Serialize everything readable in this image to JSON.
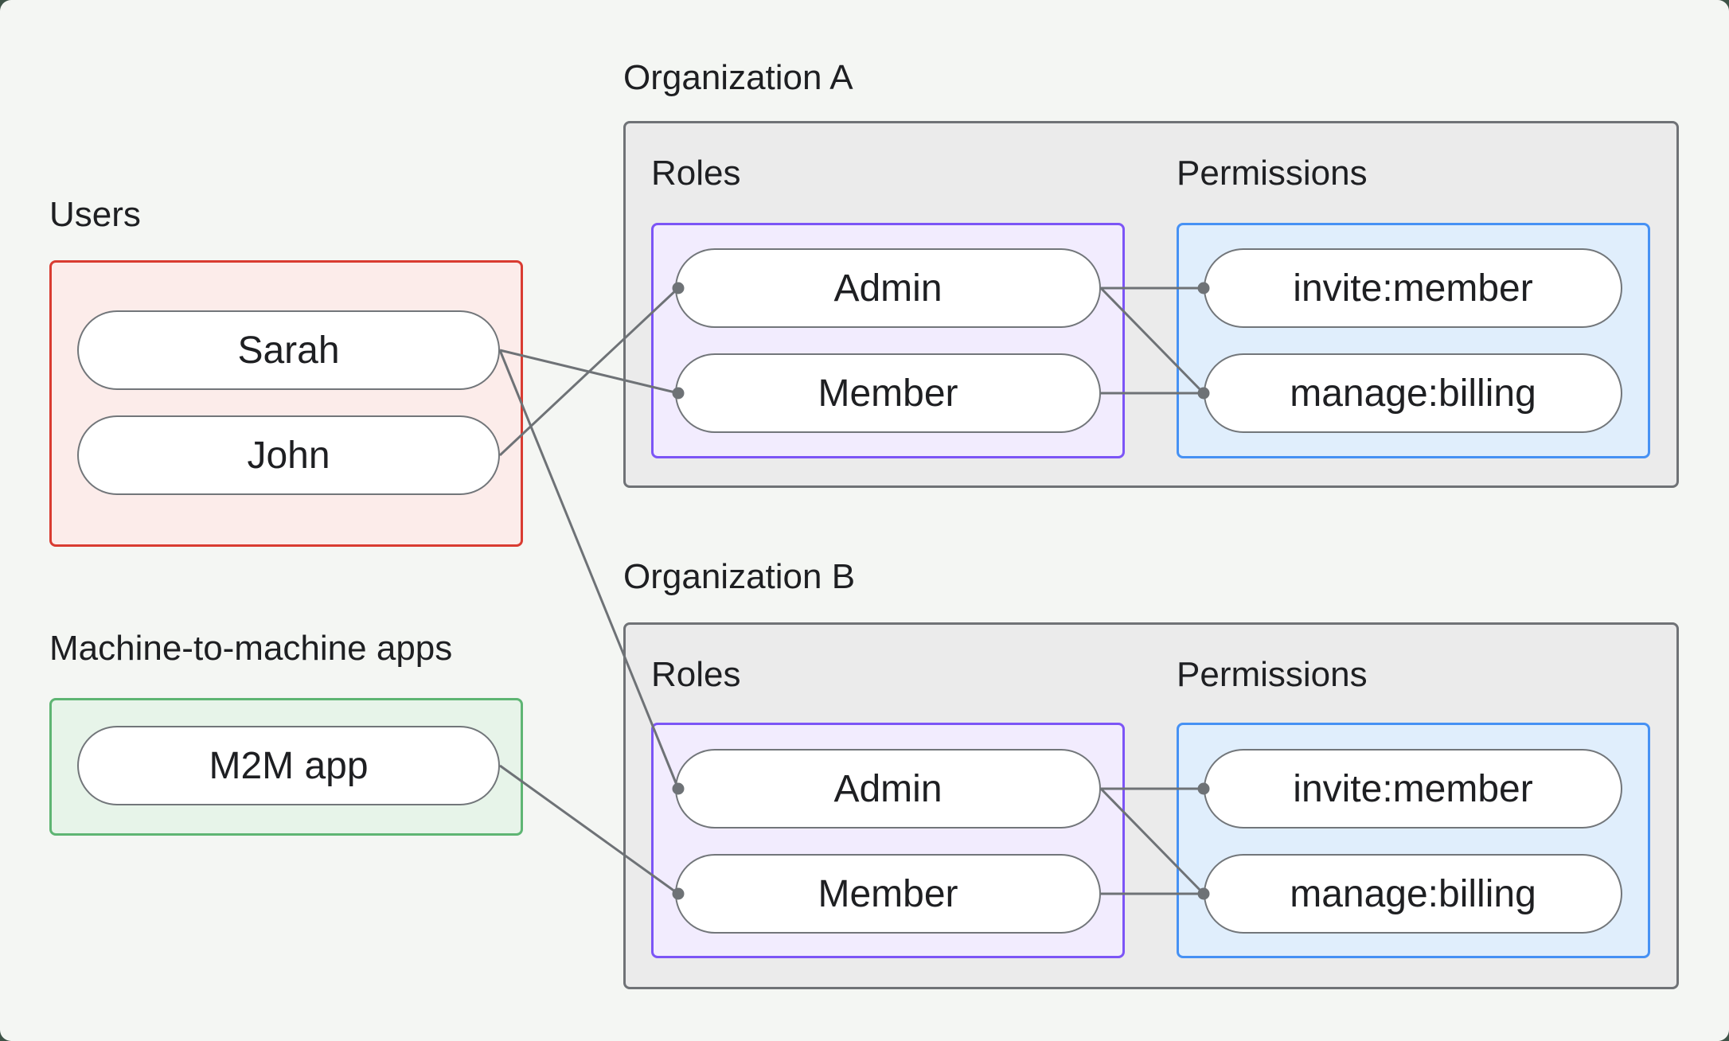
{
  "page": {
    "background_color": "#f4f6f3",
    "backdrop_color": "#3e5347"
  },
  "left_column": {
    "users_group": {
      "label": "Users",
      "border_color": "#d93b31",
      "fill_color": "#fcecea",
      "items": [
        {
          "id": "sarah",
          "label": "Sarah"
        },
        {
          "id": "john",
          "label": "John"
        }
      ]
    },
    "m2m_group": {
      "label": "Machine-to-machine apps",
      "border_color": "#5eb573",
      "fill_color": "#e7f4e9",
      "items": [
        {
          "id": "m2m-app",
          "label": "M2M app"
        }
      ]
    }
  },
  "organizations": [
    {
      "id": "orgA",
      "label": "Organization A",
      "roles": {
        "label": "Roles",
        "border_color": "#7c55f6",
        "fill_color": "#f2ecfe",
        "items": [
          {
            "id": "orgA-admin",
            "label": "Admin"
          },
          {
            "id": "orgA-member",
            "label": "Member"
          }
        ]
      },
      "permissions": {
        "label": "Permissions",
        "border_color": "#4691f4",
        "fill_color": "#e0eefc",
        "items": [
          {
            "id": "orgA-invite-member",
            "label": "invite:member"
          },
          {
            "id": "orgA-manage-billing",
            "label": "manage:billing"
          }
        ]
      }
    },
    {
      "id": "orgB",
      "label": "Organization B",
      "roles": {
        "label": "Roles",
        "border_color": "#7c55f6",
        "fill_color": "#f2ecfe",
        "items": [
          {
            "id": "orgB-admin",
            "label": "Admin"
          },
          {
            "id": "orgB-member",
            "label": "Member"
          }
        ]
      },
      "permissions": {
        "label": "Permissions",
        "border_color": "#4691f4",
        "fill_color": "#e0eefc",
        "items": [
          {
            "id": "orgB-invite-member",
            "label": "invite:member"
          },
          {
            "id": "orgB-manage-billing",
            "label": "manage:billing"
          }
        ]
      }
    }
  ],
  "connections": [
    {
      "from": "sarah",
      "to": "orgA-member"
    },
    {
      "from": "sarah",
      "to": "orgB-admin"
    },
    {
      "from": "john",
      "to": "orgA-admin"
    },
    {
      "from": "m2m-app",
      "to": "orgB-member"
    },
    {
      "from": "orgA-admin",
      "to": "orgA-invite-member"
    },
    {
      "from": "orgA-admin",
      "to": "orgA-manage-billing"
    },
    {
      "from": "orgA-member",
      "to": "orgA-manage-billing"
    },
    {
      "from": "orgB-admin",
      "to": "orgB-invite-member"
    },
    {
      "from": "orgB-admin",
      "to": "orgB-manage-billing"
    },
    {
      "from": "orgB-member",
      "to": "orgB-manage-billing"
    }
  ],
  "connector": {
    "color": "#6e7276"
  }
}
